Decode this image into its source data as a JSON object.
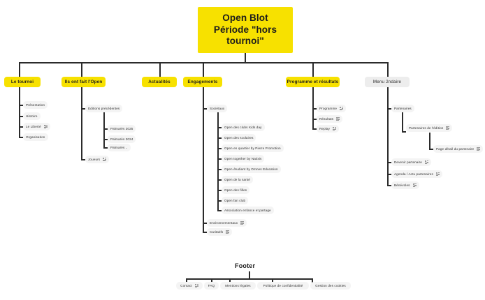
{
  "root": {
    "line1": "Open Blot",
    "line2": "Période  \"hors",
    "line3": "tournoi\""
  },
  "branches": [
    {
      "title": "Le tournoi",
      "children": [
        {
          "label": "Présentation",
          "icon": false
        },
        {
          "label": "Histoire",
          "icon": false
        },
        {
          "label": "Le Liberté",
          "icon": true
        },
        {
          "label": "Organisation",
          "icon": false
        }
      ]
    },
    {
      "title": "Ils ont fait l'Open",
      "children": [
        {
          "label": "Editions précédentes",
          "icon": false
        },
        {
          "label": "Palmarès 2025",
          "icon": false
        },
        {
          "label": "Palmarès 2024",
          "icon": false
        },
        {
          "label": "Palmarès ..",
          "icon": false
        },
        {
          "label": "Joueurs",
          "icon": true
        }
      ]
    },
    {
      "title": "Actualités",
      "children": []
    },
    {
      "title": "Engagements",
      "children": [
        {
          "label": "Sociétaux",
          "icon": false
        },
        {
          "label": "Open des clubs Kids day",
          "icon": false
        },
        {
          "label": "Open des scolaires",
          "icon": false
        },
        {
          "label": "Open en quartier by Pierre Promotion",
          "icon": false
        },
        {
          "label": "Open together by Natixis",
          "icon": false
        },
        {
          "label": "Open étudiant by Omnes Education",
          "icon": false
        },
        {
          "label": "Open de la santé",
          "icon": false
        },
        {
          "label": "Open des filles",
          "icon": false
        },
        {
          "label": "Open fan club",
          "icon": false
        },
        {
          "label": "Association enfance et partage",
          "icon": false
        },
        {
          "label": "Environnementaux",
          "icon": true
        },
        {
          "label": "Caritatifs",
          "icon": true
        }
      ]
    },
    {
      "title": "Programme et résultats",
      "children": [
        {
          "label": "Programme",
          "icon": true
        },
        {
          "label": "Résultats",
          "icon": true
        },
        {
          "label": "Replay",
          "icon": true
        }
      ]
    },
    {
      "title": "Menu 2ndaire",
      "children": [
        {
          "label": "Partenaires",
          "icon": false
        },
        {
          "label": "Partenaires de l'édition",
          "icon": true
        },
        {
          "label": "Page détail du partenaire",
          "icon": true
        },
        {
          "label": "Devenir partenaire",
          "icon": true
        },
        {
          "label": "Agenda / Actu partenaires",
          "icon": true
        },
        {
          "label": "Bénévoles",
          "icon": true
        }
      ]
    }
  ],
  "footer": {
    "title": "Footer",
    "items": [
      {
        "label": "Contact",
        "icon": true
      },
      {
        "label": "FAQ",
        "icon": false
      },
      {
        "label": "Mentions légales",
        "icon": false
      },
      {
        "label": "Politique de confidentialité",
        "icon": false
      },
      {
        "label": "Gestion des cookies",
        "icon": false
      }
    ]
  },
  "colors": {
    "accent": "#F7E100",
    "node_grey": "#EDEDED",
    "leaf_grey": "#F4F4F4",
    "line": "#2b2b2b",
    "text": "#1c1c1c"
  }
}
